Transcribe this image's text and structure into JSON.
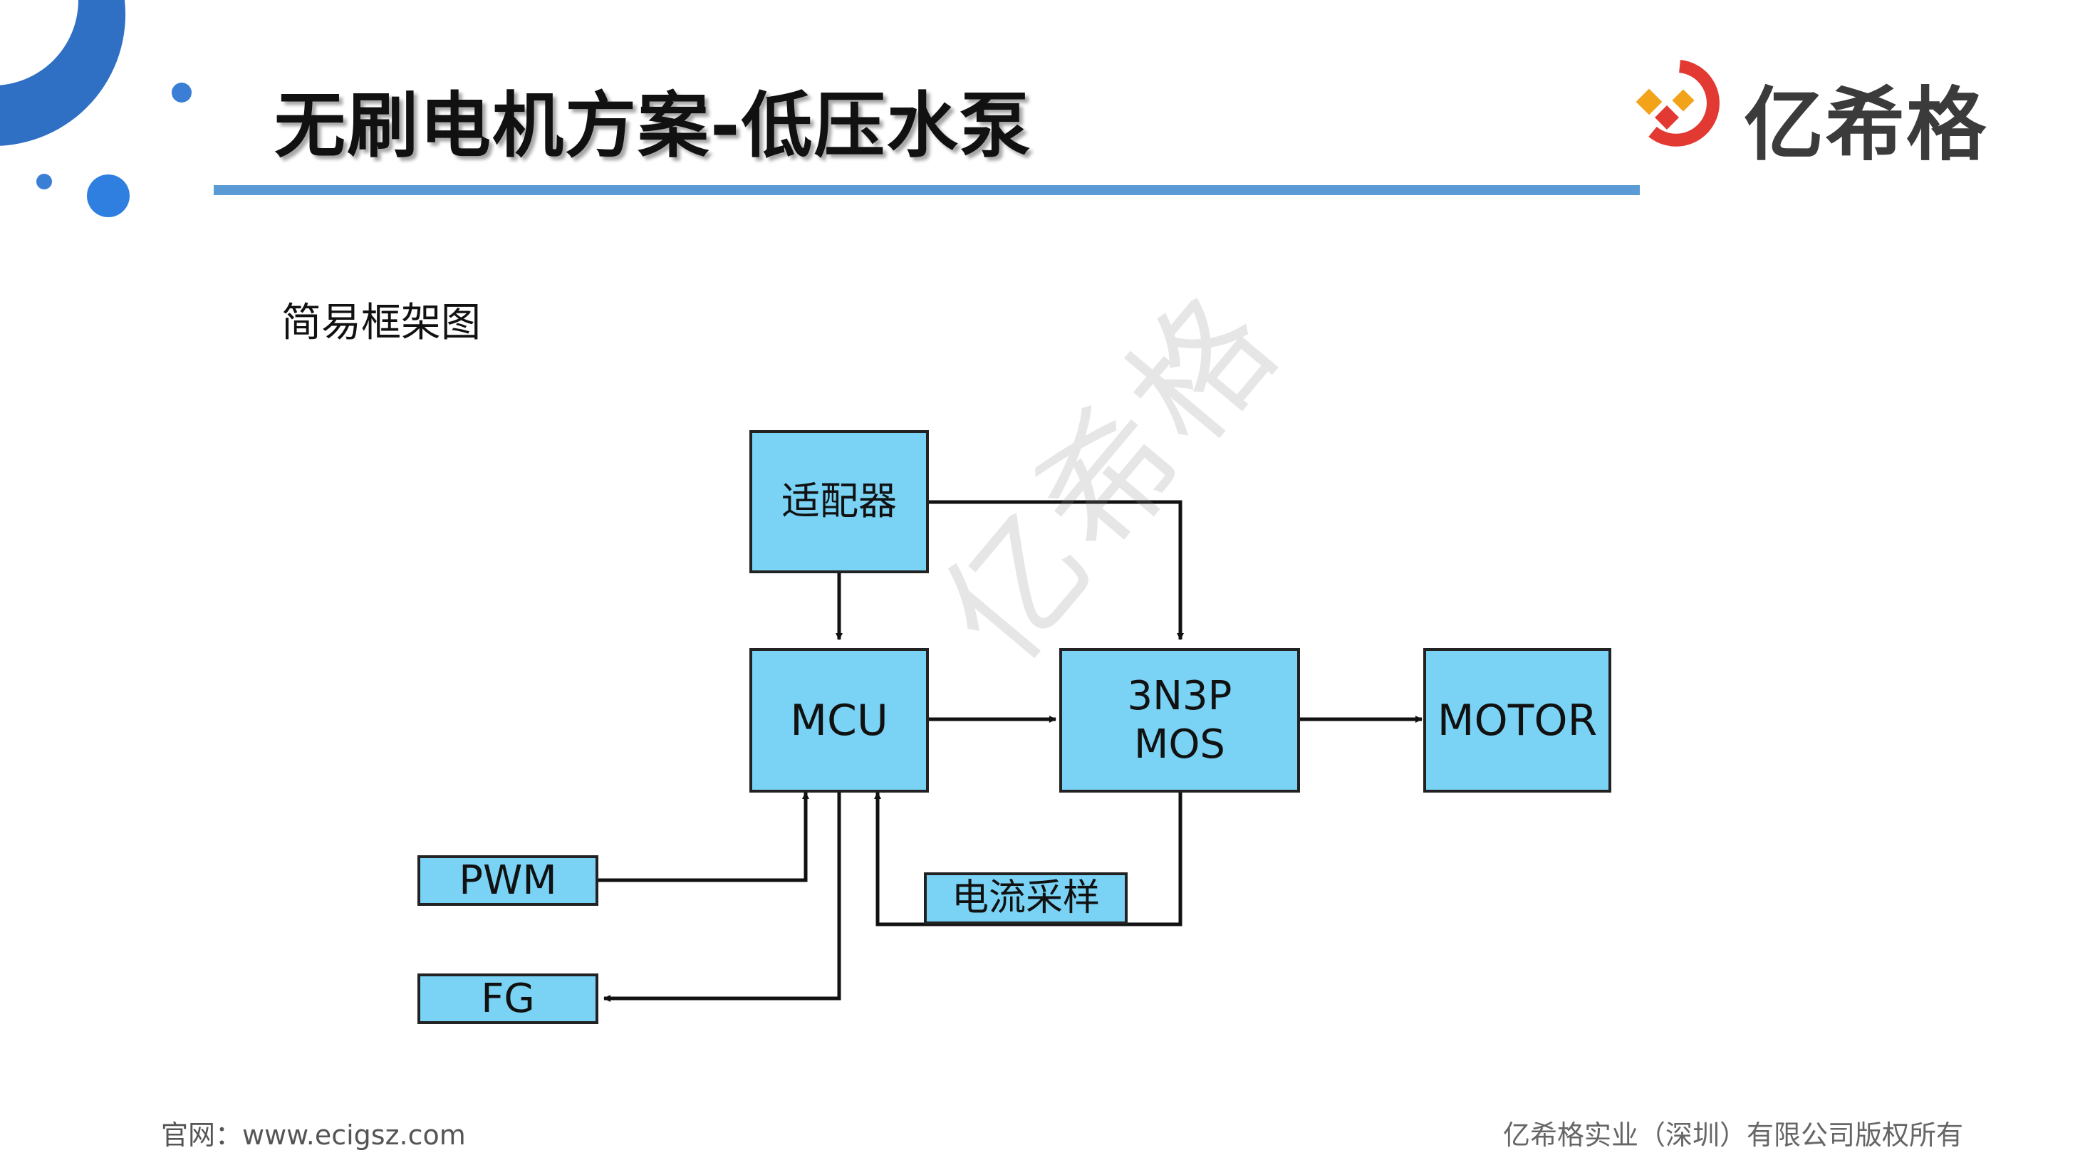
{
  "header": {
    "title": "无刷电机方案-低压水泵",
    "subtitle": "简易框架图",
    "logo_text": "亿希格",
    "accent_color": "#5b9bd5"
  },
  "diagram": {
    "nodes": {
      "adapter": "适配器",
      "mcu": "MCU",
      "mos": "3N3P\nMOS",
      "motor": "MOTOR",
      "pwm": "PWM",
      "fg": "FG",
      "current_sense": "电流采样"
    },
    "box_fill": "#7ad3f5",
    "box_stroke": "#222222"
  },
  "watermark": "亿希格",
  "footer": {
    "left": "官网：www.ecigsz.com",
    "right": "亿希格实业（深圳）有限公司版权所有"
  }
}
